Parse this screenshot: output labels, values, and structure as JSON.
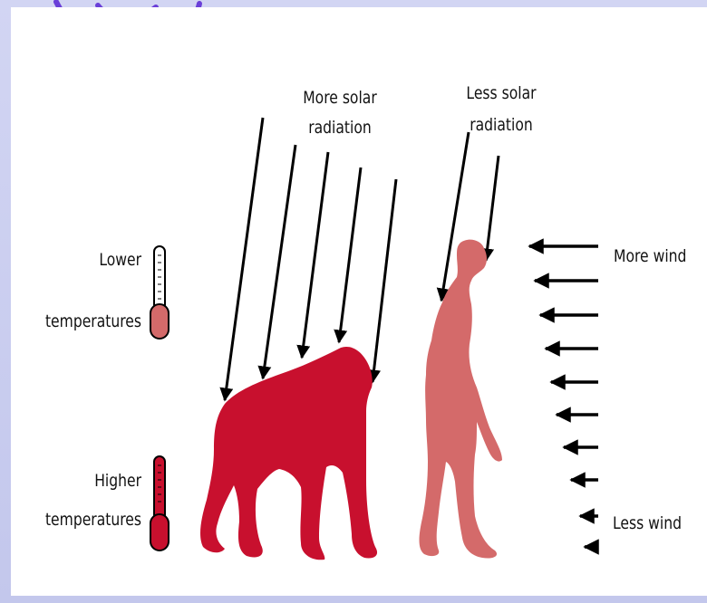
{
  "labels": {
    "more_solar_line1": "More solar",
    "more_solar_line2": "radiation",
    "less_solar_line1": "Less solar",
    "less_solar_line2": "radiation",
    "lower_temp_line1": "Lower",
    "lower_temp_line2": "temperatures",
    "higher_temp_line1": "Higher",
    "higher_temp_line2": "temperatures",
    "more_wind": "More wind",
    "less_wind": "Less wind"
  },
  "colors": {
    "quadruped": "#c8102e",
    "biped": "#d46a6a",
    "thermo_cool": "#d46a6a",
    "thermo_hot": "#c8102e",
    "arrow": "#000000",
    "background": "#c6caee",
    "title_stroke": "#6a3fd8"
  },
  "icons": [
    "thermometer-icon",
    "wind-arrow-icon",
    "radiation-arrow-icon"
  ]
}
